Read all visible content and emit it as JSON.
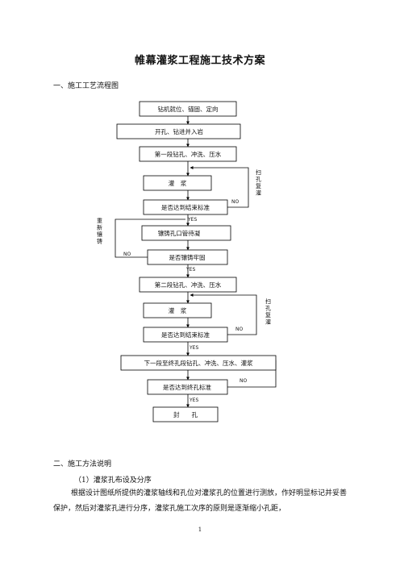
{
  "title": "帷幕灌浆工程施工技术方案",
  "section1": "一、施工工艺流程图",
  "flow": {
    "nodes": [
      {
        "id": "n1",
        "text": "钻机就位、锚固、定向"
      },
      {
        "id": "n2",
        "text": "开孔、钻进并入岩"
      },
      {
        "id": "n3",
        "text": "第一段钻孔、冲洗、压水"
      },
      {
        "id": "n4",
        "text": "灌　浆"
      },
      {
        "id": "n5",
        "text": "是否达到结束标准"
      },
      {
        "id": "n6",
        "text": "镶铸孔口管待凝"
      },
      {
        "id": "n7",
        "text": "是否镶铸牢固"
      },
      {
        "id": "n8",
        "text": "第二段钻孔、冲洗、压水"
      },
      {
        "id": "n9",
        "text": "灌　浆"
      },
      {
        "id": "n10",
        "text": "是否达到结束标准"
      },
      {
        "id": "n11",
        "text": "下一段至终孔段钻孔、冲洗、压水、灌浆"
      },
      {
        "id": "n12",
        "text": "是否达到终孔标准"
      },
      {
        "id": "n13",
        "text": "封　　孔"
      }
    ],
    "yes": "YES",
    "no": "NO",
    "side_rescan_1": "扫孔复灌",
    "side_reinstall": "重新镶铸",
    "side_rescan_2": "扫孔复灌"
  },
  "section2": "二、施工方法说明",
  "subsection1": "（1）灌浆孔布设及分序",
  "paragraph": "根据设计图纸所提供的灌浆轴线和孔位对灌浆孔的位置进行测放，作好明显标记并妥善保护，然后对灌浆孔进行分序，灌浆孔施工次序的原则是逐渐缩小孔距，",
  "page_number": "1"
}
